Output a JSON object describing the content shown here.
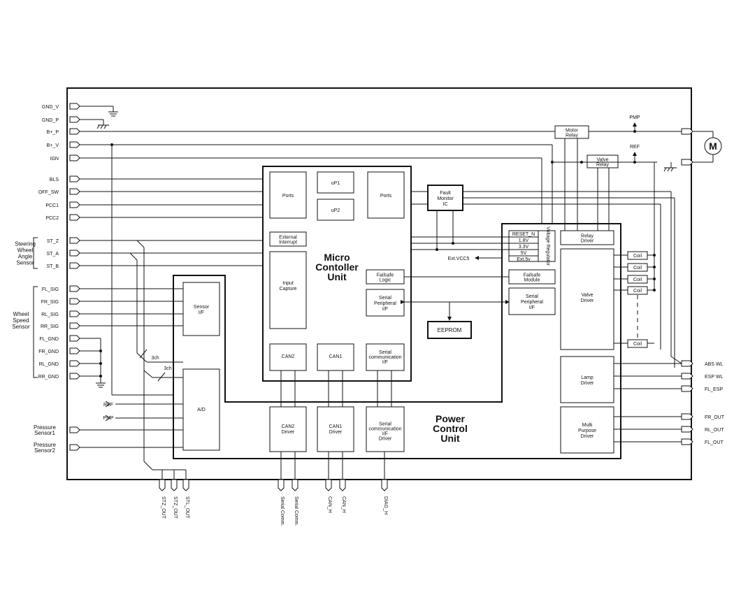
{
  "left_pins": [
    "GND_V",
    "GND_P",
    "B+_P",
    "B+_V",
    "IGN",
    "BLS",
    "OFF_SW",
    "PCC1",
    "PCC2",
    "ST_Z",
    "ST_A",
    "ST_B",
    "FL_SIG",
    "FR_SIG",
    "RL_SIG",
    "RR_SIG",
    "FL_GND",
    "FR_GND",
    "RL_GND",
    "RR_GND"
  ],
  "group_labels": {
    "steering": [
      "Steering",
      "Wheel",
      "Angle",
      "Sensor"
    ],
    "wheel": [
      "Wheel",
      "Speed",
      "Sensor"
    ],
    "pressure1": [
      "Pressure",
      "Sensor1"
    ],
    "pressure2": [
      "Pressure",
      "Sensor2"
    ],
    "ref": "REF",
    "pmp": "PMP"
  },
  "right_pins": [
    "ABS WL",
    "ESP WL",
    "FL_ESP",
    "FR_OUT",
    "RL_OUT",
    "FL_OUT"
  ],
  "bottom_pins": [
    "STZ_OUT",
    "STZ_OUT",
    "STL_OUT",
    "Serial Comm.",
    "Serial Comm.",
    "CAN_H",
    "CAN_H",
    "DIAG_H"
  ],
  "mcu": {
    "title": [
      "Micro",
      "Contoller",
      "Unit"
    ],
    "ports_left": "Ports",
    "up1": "uP1",
    "up2": "uP2",
    "ports_right": "Ports",
    "ext_int": [
      "External",
      "Interrupt"
    ],
    "input_capture": [
      "Input",
      "Capture"
    ],
    "failsafe_logic": [
      "Failsafe",
      "Logic"
    ],
    "serial_periph": [
      "Serial",
      "Peripheral",
      "I/F"
    ],
    "can2": "CAN2",
    "can1": "CAN1",
    "serial_comm": [
      "Serial",
      "communication",
      "I/F"
    ]
  },
  "pcu": {
    "title": [
      "Power",
      "Control",
      "Unit"
    ],
    "sensor_if": [
      "Sensor",
      "I/F"
    ],
    "ad": "A/D",
    "can2_drv": [
      "CAN2",
      "Driver"
    ],
    "can1_drv": [
      "CAN1",
      "Driver"
    ],
    "serial_drv": [
      "Serial",
      "communication",
      "I/F",
      "Driver"
    ],
    "failsafe_module": [
      "Failsafe",
      "Module"
    ],
    "serial_periph": [
      "Serial",
      "Peripheral",
      "I/F"
    ],
    "voltage_rows": [
      "RESET_N",
      "1.8V",
      "3.3V",
      "5V",
      "Ext.5v"
    ],
    "voltage_reg": "Voltage Regulator",
    "relay_driver": [
      "Relay",
      "Driver"
    ],
    "valve_driver": [
      "Valve",
      "Driver"
    ],
    "lamp_driver": [
      "Lamp",
      "Driver"
    ],
    "multi_driver": [
      "Multi",
      "Purpose",
      "Driver"
    ]
  },
  "fault_monitor": [
    "Fault",
    "Monitor",
    "IC"
  ],
  "eeprom": "EEPROM",
  "ext_vcc": "Ext.VCC5",
  "coil": "Coil",
  "motor_relay": [
    "Motor",
    "Relay"
  ],
  "valve_relay": [
    "Valve",
    "Relay"
  ],
  "motor": "M",
  "pmp_top": "PMP",
  "ref_top": "REF",
  "ch_labels": [
    "3ch",
    "3ch"
  ]
}
